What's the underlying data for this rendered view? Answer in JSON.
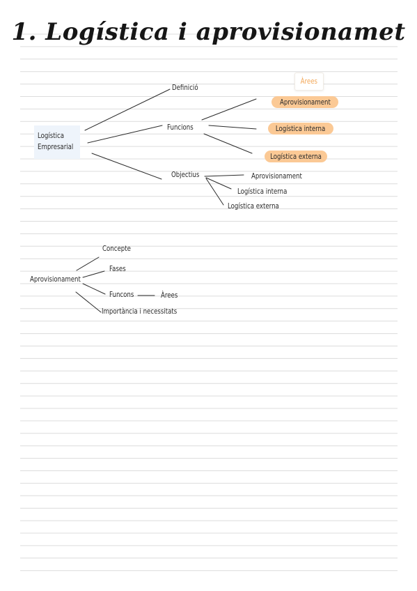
{
  "title": "1. Logística i aprovisionamet",
  "map1": {
    "root_line1": "Logística",
    "root_line2": "Empresarial",
    "definicio": "Definició",
    "funcions": "Funcions",
    "objectius": "Objectius",
    "arees_tag": "Àrees",
    "funcions_children": [
      "Aprovisionament",
      "Logística interna",
      "Logística externa"
    ],
    "objectius_children": [
      "Aprovisionament",
      "Logística interna",
      "Logística externa"
    ]
  },
  "map2": {
    "root": "Aprovisionament",
    "concepte": "Concepte",
    "fases": "Fases",
    "funcons": "Funcons",
    "arees": "Àrees",
    "importancia": "Importància i necessitats"
  },
  "colors": {
    "highlight": "#fbc995",
    "tag_text": "#f3a85a",
    "rule_line": "#dcdcdc",
    "root_box": "#eef4fb"
  }
}
